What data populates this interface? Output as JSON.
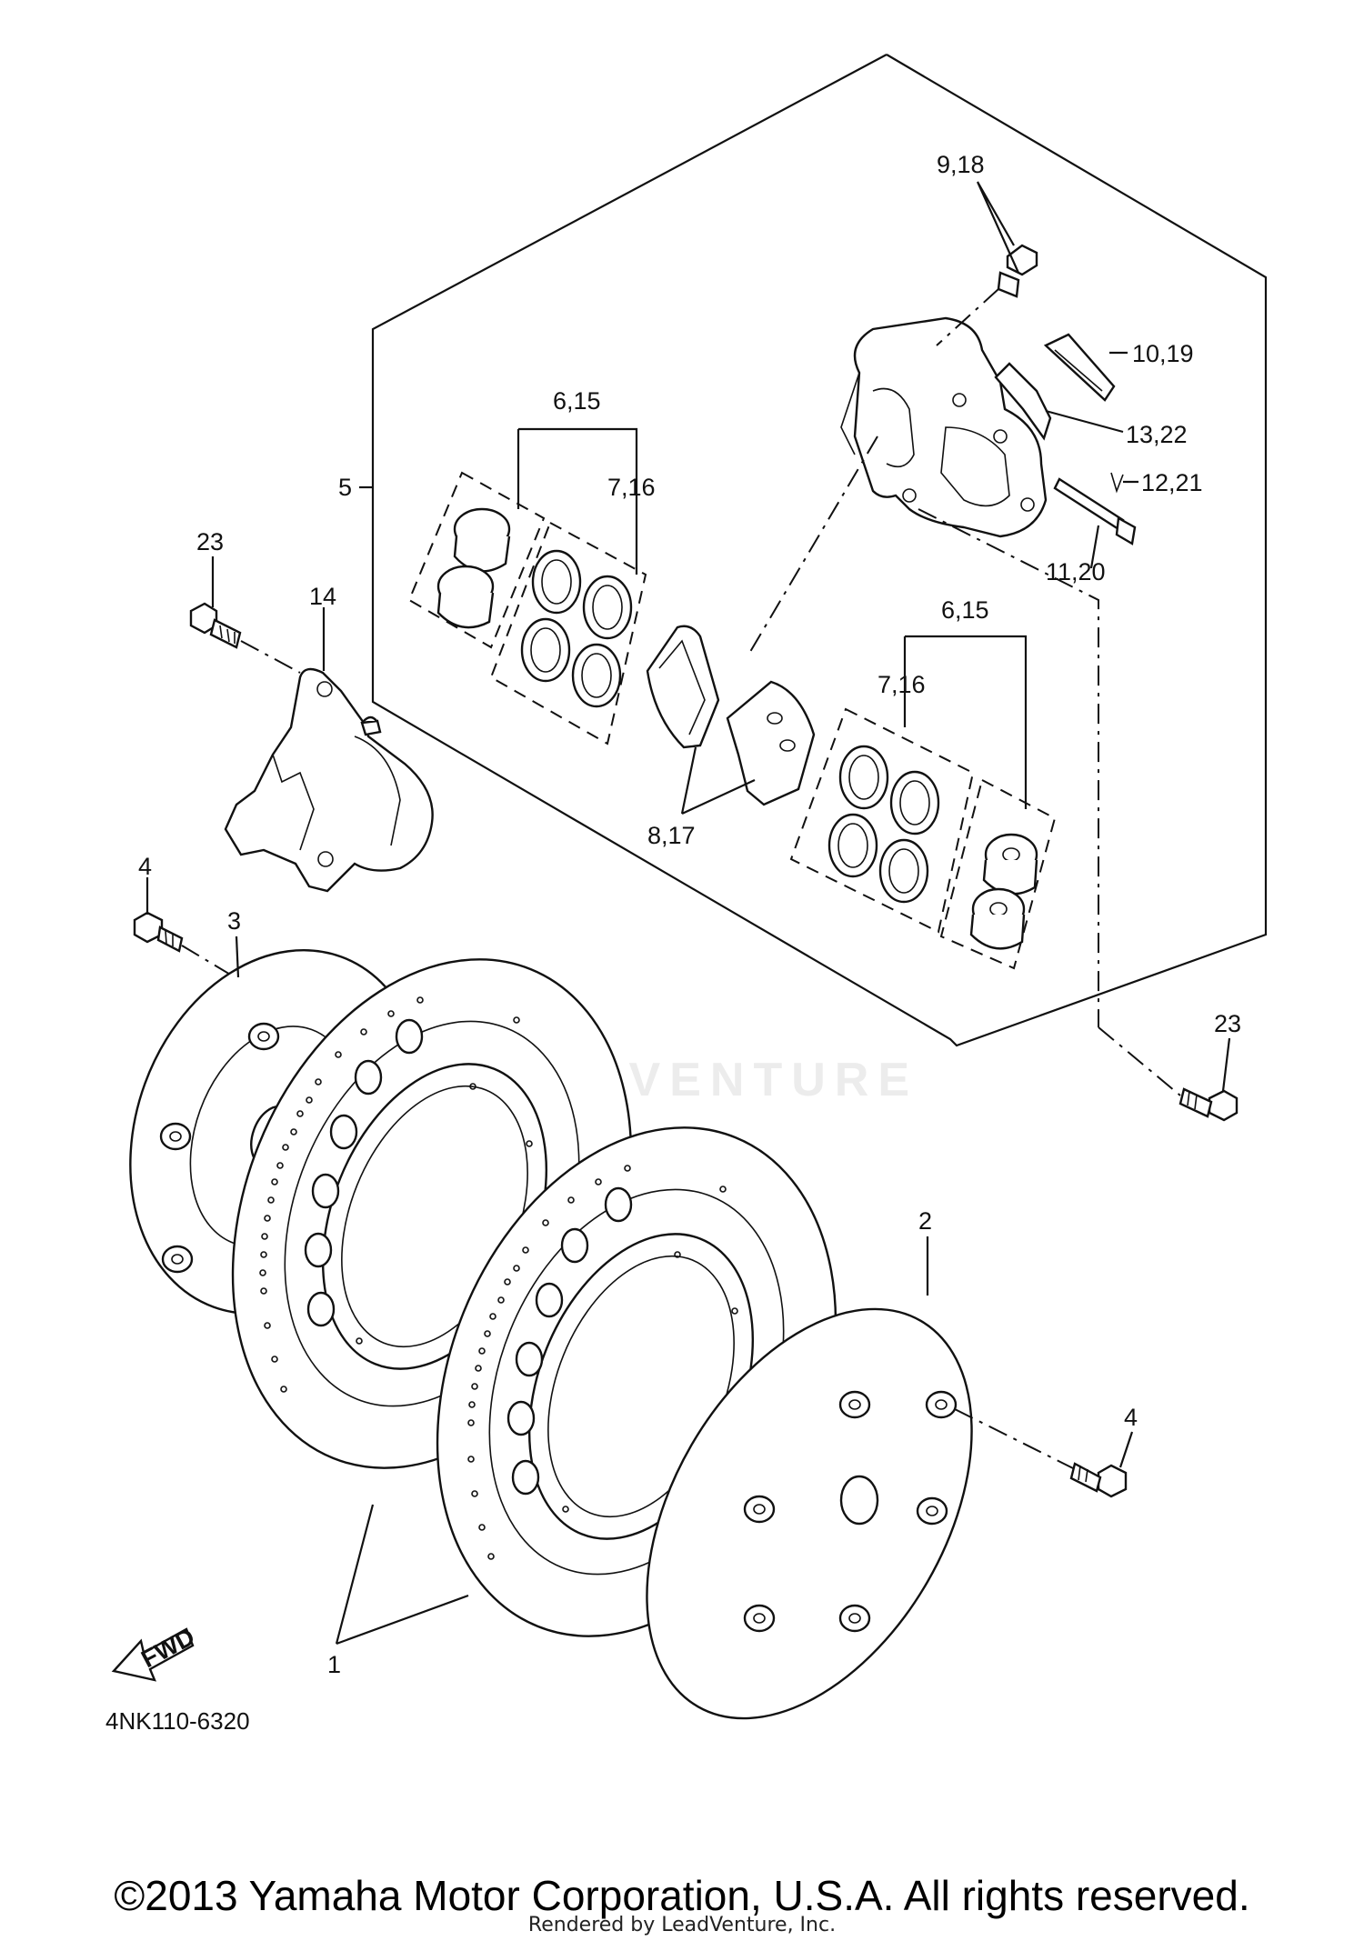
{
  "diagram": {
    "labels": {
      "l_9_18": "9,18",
      "l_10_19": "10,19",
      "l_13_22": "13,22",
      "l_12_21": "12,21",
      "l_11_20": "11,20",
      "l_6_15_top": "6,15",
      "l_7_16_top": "7,16",
      "l_5": "5",
      "l_23_left": "23",
      "l_14": "14",
      "l_6_15_bot": "6,15",
      "l_7_16_bot": "7,16",
      "l_8_17": "8,17",
      "l_4_left": "4",
      "l_3": "3",
      "l_23_right": "23",
      "l_2": "2",
      "l_4_right": "4",
      "l_1": "1",
      "fwd": "FWD"
    },
    "diagram_code": "4NK110-6320",
    "watermark": "LEADVENTURE",
    "copyright": "©2013 Yamaha Motor Corporation, U.S.A. All rights reserved.",
    "rendered_by": "Rendered by LeadVenture, Inc."
  }
}
